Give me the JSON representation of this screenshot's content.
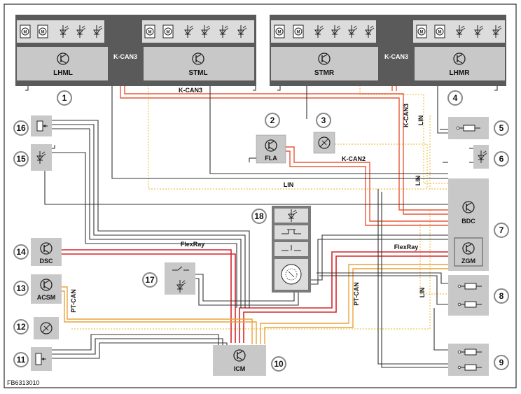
{
  "frame_code": "FB6313010",
  "modules": {
    "lhml": "LHML",
    "stml": "STML",
    "stmr": "STMR",
    "lhmr": "LHMR",
    "fla": "FLA",
    "bdc": "BDC",
    "zgm": "ZGM",
    "dsc": "DSC",
    "acsm": "ACSM",
    "icm": "ICM"
  },
  "bus_labels": {
    "kcan3_left": "K-CAN3",
    "kcan3_right": "K-CAN3",
    "kcan3_mid": "K-CAN3",
    "kcan3_vertical": "K-CAN3",
    "kcan2": "K-CAN2",
    "lin_mid": "LIN",
    "lin_right_upper": "LIN",
    "lin_right_mid": "LIN",
    "lin_right_lower": "LIN",
    "flexray_left": "FlexRay",
    "flexray_right": "FlexRay",
    "ptcan_left": "PT-CAN",
    "ptcan_right": "PT-CAN"
  },
  "callouts": [
    "1",
    "2",
    "3",
    "4",
    "5",
    "6",
    "7",
    "8",
    "9",
    "10",
    "11",
    "12",
    "13",
    "14",
    "15",
    "16",
    "17",
    "18"
  ],
  "colors": {
    "kcan": "#e8593a",
    "flexray": "#d6262a",
    "ptcan": "#e9a23b",
    "lin": "#f2c14e",
    "module": "#c8c8c8",
    "panel": "#5a5a5a"
  },
  "icons": {
    "motor": "motor-icon",
    "transistor": "transistor-icon",
    "sensor": "sensor-icon",
    "switch": "switch-icon",
    "heater": "heating-element-icon"
  }
}
